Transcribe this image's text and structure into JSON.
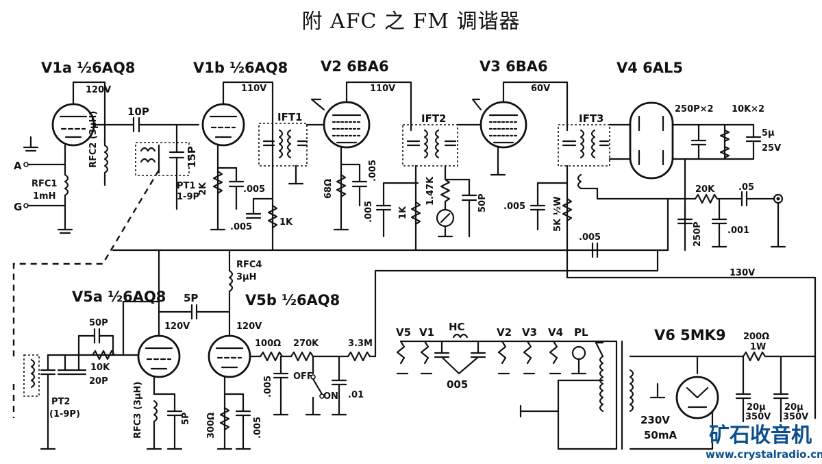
{
  "title": "附 AFC 之 FM 调谐器",
  "tubes": {
    "v1a": "V1a ½6AQ8",
    "v1b": "V1b ½6AQ8",
    "v2": "V2 6BA6",
    "v3": "V3 6BA6",
    "v4": "V4 6AL5",
    "v5a": "V5a ½6AQ8",
    "v5b": "V5b ½6AQ8",
    "v6": "V6 5MK9"
  },
  "voltages": {
    "v1a_plate": "120V",
    "v1b_plate": "110V",
    "v2_plate": "110V",
    "v3_plate": "60V",
    "v5a_plate": "120V",
    "v5b_plate": "120V",
    "b_plus": "130V",
    "transformer": "230V",
    "transformer_current": "50mA"
  },
  "components": {
    "c_10p": "10P",
    "c_15p": "15P",
    "pt1": "PT1",
    "pt1_range": "1-9P",
    "r_2k": "2K",
    "c_005a": ".005",
    "c_005b": ".005",
    "r_1k_a": "1K",
    "ift1": "IFT1",
    "ift2": "IFT2",
    "ift3": "IFT3",
    "r_68": "68Ω",
    "c_005c": ".005",
    "c_005d": ".005",
    "r_1k_b": "1K",
    "r_147k": "1.47K",
    "c_50p": "50P",
    "c_005e": ".005",
    "r_5k": "5K ½W",
    "c_005f": ".005",
    "c_250p2": "250P×2",
    "r_10k2": "10K×2",
    "c_5u": "5μ",
    "c_25v": "25V",
    "r_20k": "20K",
    "c_05": ".05",
    "c_250p": "250P",
    "c_001": ".001",
    "rfc1": "RFC1",
    "rfc1_val": "1mH",
    "rfc2": "RFC2 (3μH)",
    "rfc3": "RFC3 (3μH)",
    "rfc4": "RFC4",
    "rfc4_val": "3μH",
    "c_5p_a": "5P",
    "c_50p_b": "50P",
    "r_10k": "10K",
    "c_20p": "20P",
    "pt2": "PT2",
    "pt2_range": "(1-9P)",
    "c_5p_b": "5P",
    "r_300": "300Ω",
    "c_005g": ".005",
    "r_100": "100Ω",
    "r_270k": "270K",
    "r_33m": "3.3M",
    "c_005h": ".005",
    "sw_off": "OFF",
    "sw_on": "ON",
    "c_01": ".01",
    "r_200": "200Ω",
    "r_1w": "1W",
    "c_20u_a": "20μ",
    "c_350v_a": "350V",
    "c_20u_b": "20μ",
    "c_350v_b": "350V"
  },
  "terminals": {
    "a": "A",
    "g": "G"
  },
  "heaters": {
    "v5": "V5",
    "v1": "V1",
    "hc": "HC",
    "v2": "V2",
    "v3": "V3",
    "v4": "V4",
    "pl": "PL",
    "c_005": "005"
  },
  "watermark": {
    "brand": "矿石收音机",
    "url": "www.crystalradio.cn"
  }
}
